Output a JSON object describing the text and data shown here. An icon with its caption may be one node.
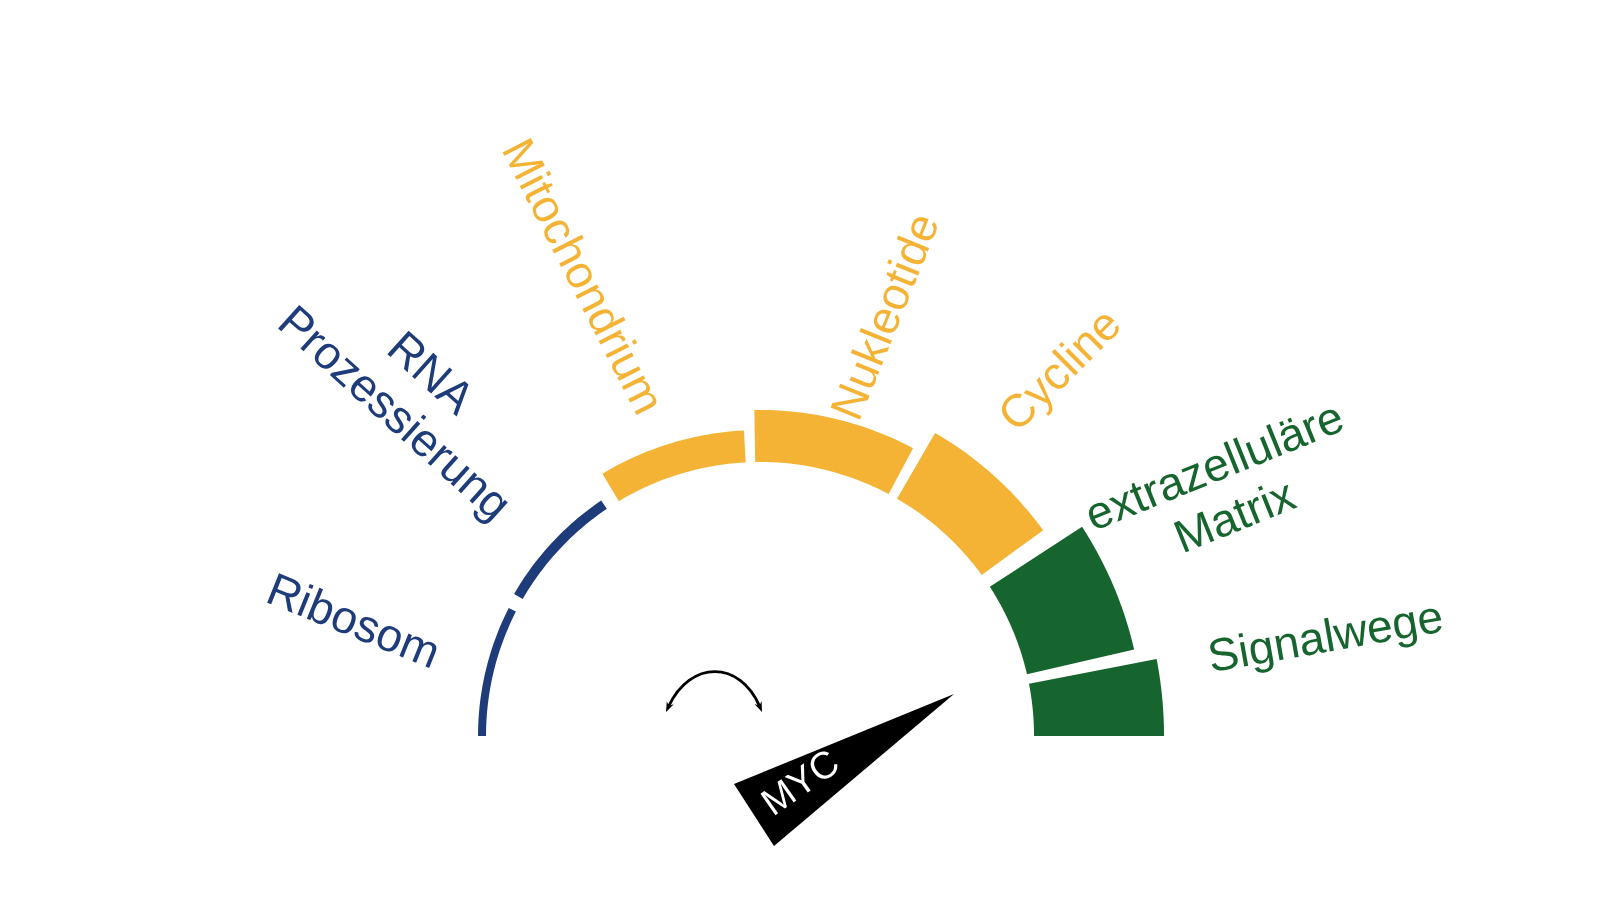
{
  "diagram": {
    "nodes": [
      {
        "text": [
          "Ribosom"
        ]
      },
      {
        "text": [
          "RNA Prozessierung"
        ]
      },
      {
        "text": [
          "Mitochondrium"
        ]
      },
      {
        "text": [
          "Nukleotide"
        ]
      },
      {
        "text": [
          "Cycline"
        ]
      },
      {
        "text": [
          "extrazelluläre Matrix"
        ]
      },
      {
        "text": [
          "Signalwege"
        ]
      },
      {
        "text": [
          "MYC"
        ]
      }
    ]
  }
}
